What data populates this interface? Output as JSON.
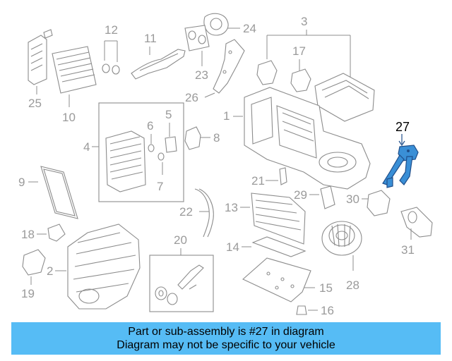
{
  "callouts": {
    "c1": "1",
    "c2": "2",
    "c3": "3",
    "c4": "4",
    "c5": "5",
    "c6": "6",
    "c7": "7",
    "c8": "8",
    "c9": "9",
    "c10": "10",
    "c11": "11",
    "c12": "12",
    "c13": "13",
    "c14": "14",
    "c15": "15",
    "c16": "16",
    "c17": "17",
    "c18": "18",
    "c19": "19",
    "c20": "20",
    "c21": "21",
    "c22": "22",
    "c23": "23",
    "c24": "24",
    "c25": "25",
    "c26": "26",
    "c27": "27",
    "c28": "28",
    "c29": "29",
    "c30": "30",
    "c31": "31"
  },
  "highlight": {
    "part": "27",
    "color": "#3a8fd6"
  },
  "banner": {
    "line1": "Part or sub-assembly is #27 in diagram",
    "line2": "Diagram may not be specific to your vehicle",
    "color": "#56bcf5"
  }
}
